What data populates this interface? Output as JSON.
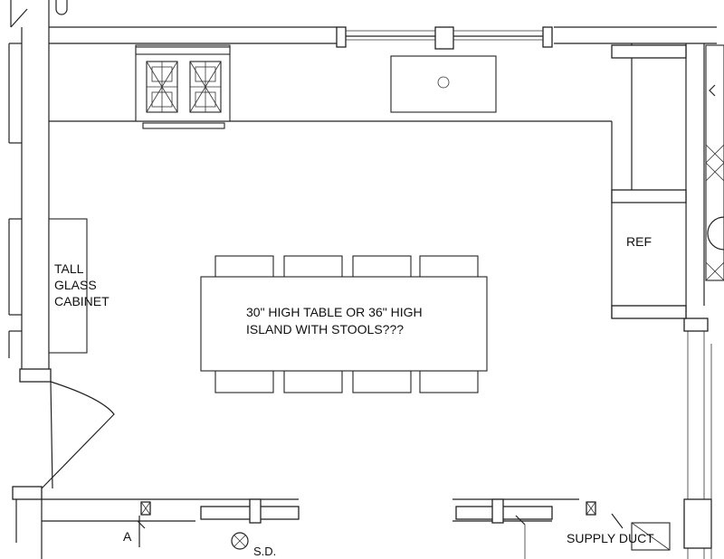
{
  "labels": {
    "tall_glass_cabinet": [
      "TALL",
      "GLASS",
      "CABINET"
    ],
    "island_note": [
      "30\" HIGH TABLE OR 36\" HIGH",
      "ISLAND WITH STOOLS???"
    ],
    "refrigerator": "REF",
    "supply_duct": "SUPPLY DUCT",
    "section_marker": "A",
    "smoke_detector": "S.D."
  }
}
